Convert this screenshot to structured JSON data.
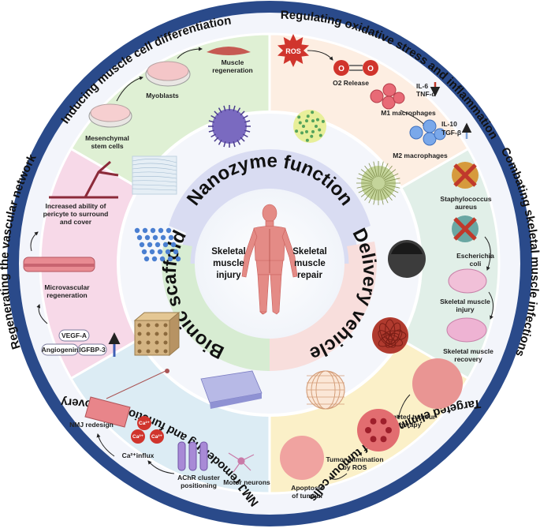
{
  "outer_ring": {
    "top_left": "Inducing muscle cell differentiation",
    "top_right": "Regulating oxidative stress and inflammation",
    "right": "Combating skeletal muscle infections",
    "bottom_right": "Targeted elimination of tumour cells",
    "bottom": "NMJ remodelling and functional recovery",
    "left": "Regenerating the vascular network"
  },
  "segment_colors": {
    "differentiation": "#dff0d4",
    "oxidative": "#fdeee2",
    "infections": "#e1efe8",
    "tumour": "#fbf0c8",
    "nmj": "#dcecf4",
    "vascular": "#f7d9e8"
  },
  "differentiation": {
    "stem_cells": "Mesenchymal stem cells",
    "myoblasts": "Myoblasts",
    "muscle_regeneration": "Muscle regeneration"
  },
  "oxidative": {
    "ros": "ROS",
    "o2_release": "O2 Release",
    "il6": "IL-6",
    "tnf": "TNF-α",
    "m1": "M1 macrophages",
    "il10": "IL-10",
    "tgf": "TGF-β",
    "m2": "M2 macrophages"
  },
  "infections": {
    "staph": "Staphylococcus aureus",
    "ecoli": "Escherichia coli",
    "injury": "Skeletal muscle injury",
    "recovery": "Skeletal muscle recovery"
  },
  "tumour": {
    "targeted": "Targeted tumour therapy",
    "elimination": "Tumor elimination by ROS",
    "apoptosis": "Apoptosis of tumour cells"
  },
  "nmj": {
    "redesign": "NMJ redesign",
    "ca_influx": "Ca²⁺influx",
    "ca_ion": "Ca²⁺",
    "achr": "AChR cluster positioning",
    "motor": "Motor neurons"
  },
  "vascular": {
    "pericyte": "Increased ability of pericyte to surround and cover",
    "microvascular": "Microvascular regeneration",
    "vegf": "VEGF-A",
    "angiogenin": "Angiogenin",
    "igfbp": "IGFBP-3"
  },
  "inner_ring": {
    "top": "Nanozyme function",
    "right": "Delivery vehicle",
    "left": "Bionic scaffold"
  },
  "core": {
    "injury": "Skeletal muscle injury",
    "repair": "Skeletal muscle repair"
  }
}
